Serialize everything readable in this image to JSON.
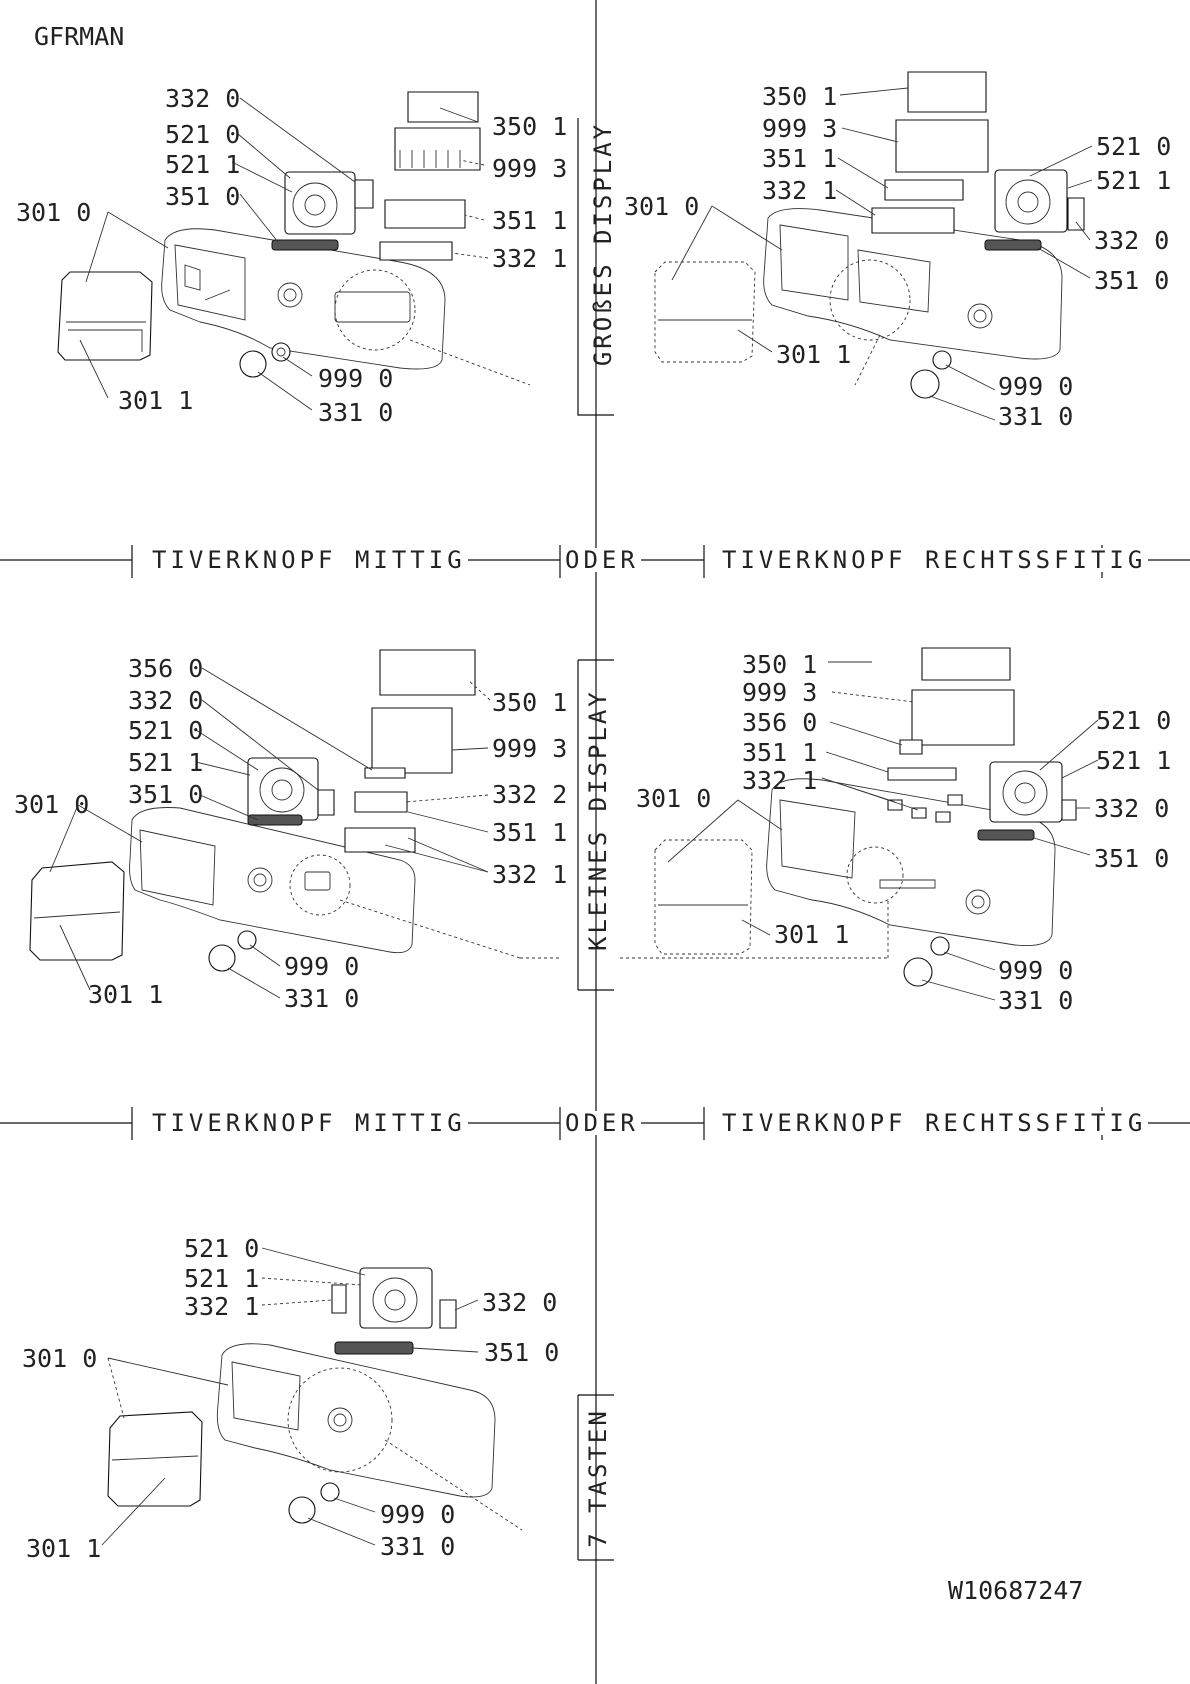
{
  "header": {
    "language": "GFRMAN",
    "doc_id": "W10687247"
  },
  "sections": {
    "timer_middle": "TIVERKNOPF MITTIG",
    "timer_middle_2": "TIVERKNOPF MITTIG",
    "or": "ODER",
    "timer_right": "TIVERKNOPF RECHTSSFITIG",
    "display_large": "GROßES DISPLAY",
    "display_small": "KLEINES DISPLAY",
    "keys": "7 TASTEN"
  },
  "parts": {
    "q1": [
      "332 0",
      "521 0",
      "521 1",
      "351 0",
      "301 0",
      "350 1",
      "999 3",
      "351 1",
      "332 1",
      "999 0",
      "331 0",
      "301 1"
    ],
    "q2": [
      "350 1",
      "999 3",
      "351 1",
      "332 1",
      "301 0",
      "521 0",
      "521 1",
      "332 0",
      "351 0",
      "301 1",
      "999 0",
      "331 0"
    ],
    "q3": [
      "356 0",
      "332 0",
      "521 0",
      "521 1",
      "301 0",
      "351 0",
      "350 1",
      "999 3",
      "332 2",
      "351 1",
      "332 1",
      "999 0",
      "331 0",
      "301 1"
    ],
    "q4": [
      "350 1",
      "999 3",
      "356 0",
      "351 1",
      "332 1",
      "301 0",
      "521 0",
      "521 1",
      "332 0",
      "351 0",
      "301 1",
      "999 0",
      "331 0"
    ],
    "q5": [
      "521 0",
      "521 1",
      "332 1",
      "332 0",
      "301 0",
      "351 0",
      "999 0",
      "331 0",
      "301 1"
    ]
  }
}
